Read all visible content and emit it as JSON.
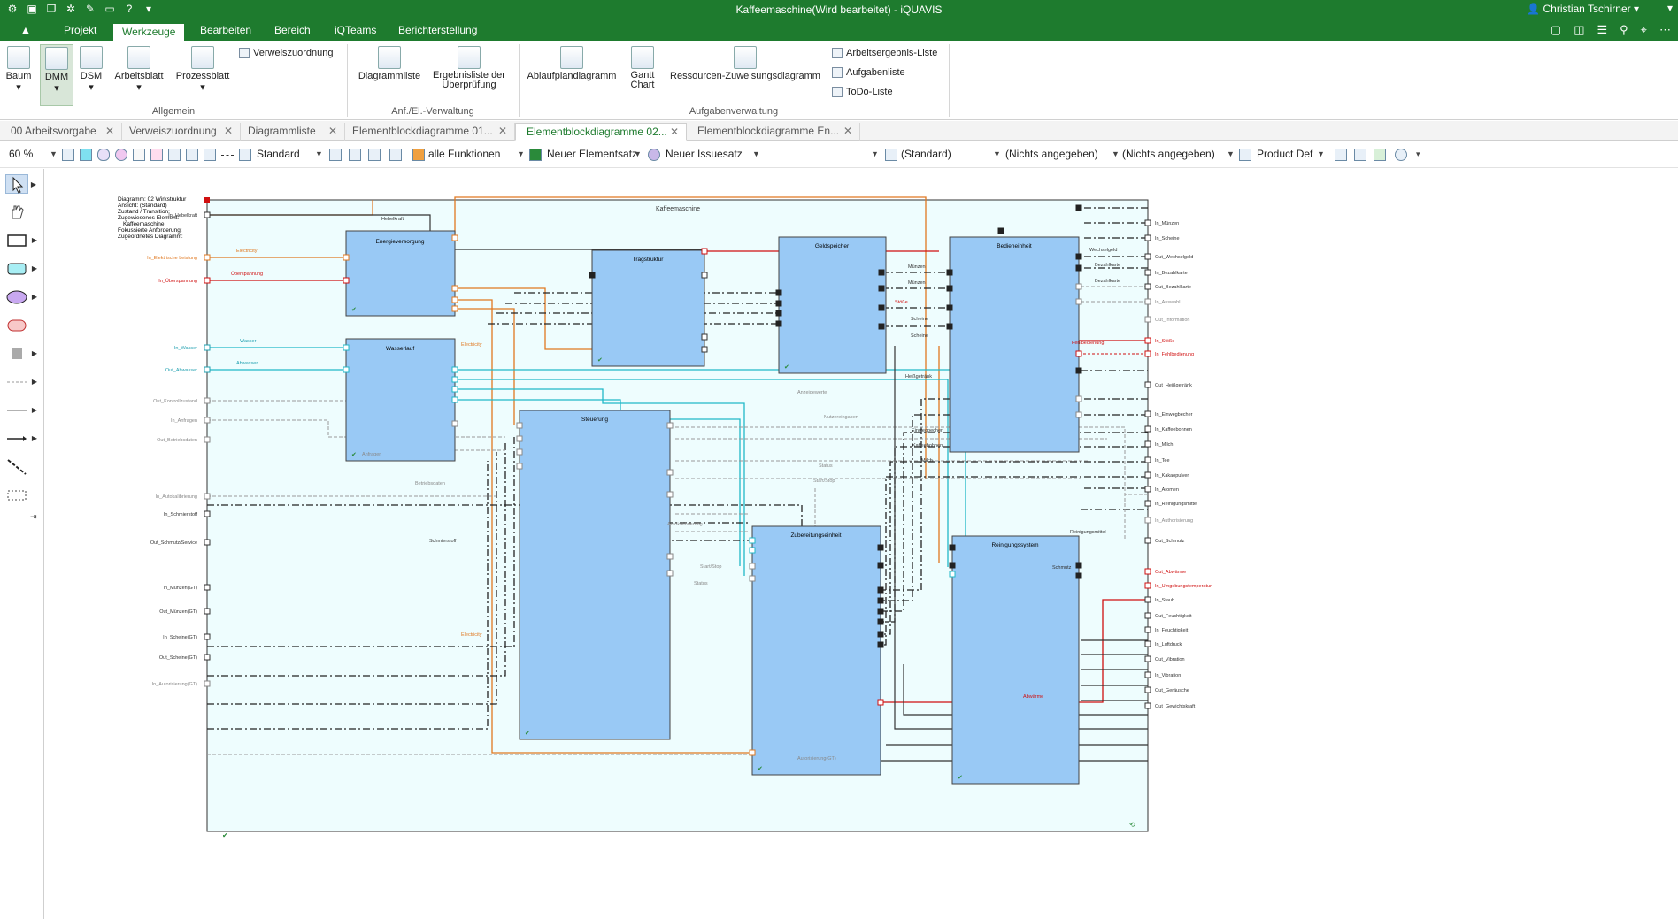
{
  "titlebar": {
    "title": "Kaffeemaschine(Wird bearbeitet) - iQUAVIS",
    "user": "Christian Tschirner",
    "qat_icons": [
      "app-icon",
      "save-icon",
      "copy-icon",
      "settings-icon",
      "wrench-icon",
      "monitor-icon",
      "help-icon",
      "dropdown-icon"
    ]
  },
  "menu": {
    "tabs": [
      "Projekt",
      "Werkzeuge",
      "Bearbeiten",
      "Bereich",
      "iQTeams",
      "Berichterstellung"
    ],
    "active": "Werkzeuge"
  },
  "ribbon": {
    "allgemein": {
      "group": "Allgemein",
      "baum": "Baum",
      "dmm": "DMM",
      "dsm": "DSM",
      "arbeitsblatt": "Arbeitsblatt",
      "prozessblatt": "Prozessblatt",
      "verweiszuordnung": "Verweiszuordnung"
    },
    "anf": {
      "group": "Anf./El.-Verwaltung",
      "diagrammliste": "Diagrammliste",
      "ergebnisliste_1": "Ergebnisliste der",
      "ergebnisliste_2": "Überprüfung"
    },
    "aufgaben": {
      "group": "Aufgabenverwaltung",
      "ablauf": "Ablaufplandiagramm",
      "gantt_1": "Gantt",
      "gantt_2": "Chart",
      "ressourcen": "Ressourcen-Zuweisungsdiagramm",
      "arbeitsergebnis": "Arbeitsergebnis-Liste",
      "aufgabenliste": "Aufgabenliste",
      "todo": "ToDo-Liste"
    }
  },
  "doc_tabs": [
    "00 Arbeitsvorgabe",
    "Verweiszuordnung",
    "Diagrammliste",
    "Elementblockdiagramme 01...",
    "Elementblockdiagramme 02...",
    "Elementblockdiagramme En..."
  ],
  "toolbar": {
    "zoom": "60 %",
    "standard": "Standard",
    "alle_funktionen": "alle Funktionen",
    "neuer_elementsatz": "Neuer Elementsatz",
    "neuer_issuesatz": "Neuer Issuesatz",
    "standard_paren": "(Standard)",
    "nichts1": "(Nichts angegeben)",
    "nichts2": "(Nichts angegeben)",
    "product_def": "Product Def"
  },
  "diagram": {
    "info": [
      "Diagramm: 02 Wirkstruktur",
      "Ansicht: (Standard)",
      "Zustand / Transition:",
      "Zugewiesenes Element:",
      "Kaffeemaschine",
      "Fokussierte Anforderung:",
      "Zugeordnetes Diagramm:"
    ],
    "frame_title": "Kaffeemaschine",
    "blocks": {
      "energie": "Energieversorgung",
      "wasserlauf": "Wasserlauf",
      "tragstruktur": "Tragstruktur",
      "geldspeicher": "Geldspeicher",
      "bedieneinheit": "Bedieneinheit",
      "steuerung": "Steuerung",
      "zubereitung": "Zubereitungseinheit",
      "reinigung": "Reinigungssystem"
    },
    "left_ports": [
      {
        "label": "In_Hebelkraft",
        "color": "#333333"
      },
      {
        "label": "In_Elektrische Leistung",
        "color": "#e07820"
      },
      {
        "label": "In_Überspannung",
        "color": "#d01010"
      },
      {
        "label": "In_Wasser",
        "color": "#20a0b0"
      },
      {
        "label": "Out_Abwasser",
        "color": "#20a0b0"
      },
      {
        "label": "Out_Kontrollzustand",
        "color": "#888888"
      },
      {
        "label": "In_Anfragen",
        "color": "#888888"
      },
      {
        "label": "Out_Betriebsdaten",
        "color": "#888888"
      },
      {
        "label": "In_Autokalibrierung",
        "color": "#888888"
      },
      {
        "label": "In_Schmierstoff",
        "color": "#333333"
      },
      {
        "label": "Out_Schmutz/Service",
        "color": "#333333"
      },
      {
        "label": "In_Münzen(GT)",
        "color": "#333333"
      },
      {
        "label": "Out_Münzen(GT)",
        "color": "#333333"
      },
      {
        "label": "In_Scheine(GT)",
        "color": "#333333"
      },
      {
        "label": "Out_Scheine(GT)",
        "color": "#333333"
      },
      {
        "label": "In_Autorisierung(GT)",
        "color": "#888888"
      }
    ],
    "right_ports": [
      {
        "label": "In_Münzen",
        "color": "#333333"
      },
      {
        "label": "In_Scheine",
        "color": "#333333"
      },
      {
        "label": "Out_Wechselgeld",
        "color": "#333333"
      },
      {
        "label": "In_Bezahlkarte",
        "color": "#333333"
      },
      {
        "label": "Out_Bezahlkarte",
        "color": "#333333"
      },
      {
        "label": "In_Auswahl",
        "color": "#888888"
      },
      {
        "label": "Out_Information",
        "color": "#888888"
      },
      {
        "label": "In_Stöße",
        "color": "#d01010"
      },
      {
        "label": "In_Fehlbedienung",
        "color": "#d01010"
      },
      {
        "label": "Out_Heißgetränk",
        "color": "#333333"
      },
      {
        "label": "In_Einwegbecher",
        "color": "#333333"
      },
      {
        "label": "In_Kaffeebohnen",
        "color": "#333333"
      },
      {
        "label": "In_Milch",
        "color": "#333333"
      },
      {
        "label": "In_Tee",
        "color": "#333333"
      },
      {
        "label": "In_Kakaopulver",
        "color": "#333333"
      },
      {
        "label": "In_Aromen",
        "color": "#333333"
      },
      {
        "label": "In_Reinigungsmittel",
        "color": "#333333"
      },
      {
        "label": "In_Authorisierung",
        "color": "#888888"
      },
      {
        "label": "Out_Schmutz",
        "color": "#333333"
      },
      {
        "label": "Out_Abwärme",
        "color": "#d01010"
      },
      {
        "label": "In_Umgebungstemperatur",
        "color": "#d01010"
      },
      {
        "label": "In_Staub",
        "color": "#333333"
      },
      {
        "label": "Out_Feuchtigkeit",
        "color": "#333333"
      },
      {
        "label": "In_Feuchtigkeit",
        "color": "#333333"
      },
      {
        "label": "In_Luftdruck",
        "color": "#333333"
      },
      {
        "label": "Out_Vibration",
        "color": "#333333"
      },
      {
        "label": "In_Vibration",
        "color": "#333333"
      },
      {
        "label": "Out_Geräusche",
        "color": "#333333"
      },
      {
        "label": "Out_Gewichtskraft",
        "color": "#333333"
      }
    ],
    "flow_labels": [
      {
        "text": "Hebelkraft",
        "color": "#333333",
        "key": "hebel"
      },
      {
        "text": "Electricity",
        "color": "#e07820",
        "key": "elec1"
      },
      {
        "text": "Überspannung",
        "color": "#d01010",
        "key": "ueber"
      },
      {
        "text": "Wasser",
        "color": "#20a0b0",
        "key": "wasser1"
      },
      {
        "text": "Abwasser",
        "color": "#20a0b0",
        "key": "abwasser1"
      },
      {
        "text": "Münzen",
        "color": "#333333",
        "key": "muenzen1"
      },
      {
        "text": "Münzen",
        "color": "#333333",
        "key": "muenzen2"
      },
      {
        "text": "Stöße",
        "color": "#d01010",
        "key": "stoesse"
      },
      {
        "text": "Scheine",
        "color": "#333333",
        "key": "scheine1"
      },
      {
        "text": "Scheine",
        "color": "#333333",
        "key": "scheine2"
      },
      {
        "text": "Wechselgeld",
        "color": "#333333",
        "key": "wechsel"
      },
      {
        "text": "Bezahlkarte",
        "color": "#333333",
        "key": "bez1"
      },
      {
        "text": "Bezahlkarte",
        "color": "#333333",
        "key": "bez2"
      },
      {
        "text": "Fehlbedienung",
        "color": "#d01010",
        "key": "fehl"
      },
      {
        "text": "Heißgetränk",
        "color": "#333333",
        "key": "heiss"
      },
      {
        "text": "Einwegbecher",
        "color": "#333333",
        "key": "einweg"
      },
      {
        "text": "Kaffeebohnen",
        "color": "#333333",
        "key": "kaffee"
      },
      {
        "text": "Milch",
        "color": "#333333",
        "key": "milch"
      },
      {
        "text": "Status",
        "color": "#888888",
        "key": "status1"
      },
      {
        "text": "Start/Stop",
        "color": "#888888",
        "key": "start1"
      },
      {
        "text": "Betriebsdaten",
        "color": "#888888",
        "key": "betrieb"
      },
      {
        "text": "Anfragen",
        "color": "#888888",
        "key": "anfragen"
      },
      {
        "text": "Anzeigewerte",
        "color": "#888888",
        "key": "anzeige"
      },
      {
        "text": "Nutzereingaben",
        "color": "#888888",
        "key": "nutzer"
      },
      {
        "text": "Schmierstoff",
        "color": "#333333",
        "key": "schmier"
      },
      {
        "text": "Electricity",
        "color": "#e07820",
        "key": "elec2"
      },
      {
        "text": "Autokalibrierung",
        "color": "#888888",
        "key": "autokal"
      },
      {
        "text": "Start/Stop",
        "color": "#888888",
        "key": "start2"
      },
      {
        "text": "Status",
        "color": "#888888",
        "key": "status2"
      },
      {
        "text": "Reinigungsmittel",
        "color": "#333333",
        "key": "reinig"
      },
      {
        "text": "Schmutz",
        "color": "#333333",
        "key": "schmutz"
      },
      {
        "text": "Abwärme",
        "color": "#d01010",
        "key": "abwaerme"
      },
      {
        "text": "Autorisierung(GT)",
        "color": "#888888",
        "key": "autoris"
      },
      {
        "text": "Electricity",
        "color": "#e07820",
        "key": "elec3"
      }
    ]
  }
}
